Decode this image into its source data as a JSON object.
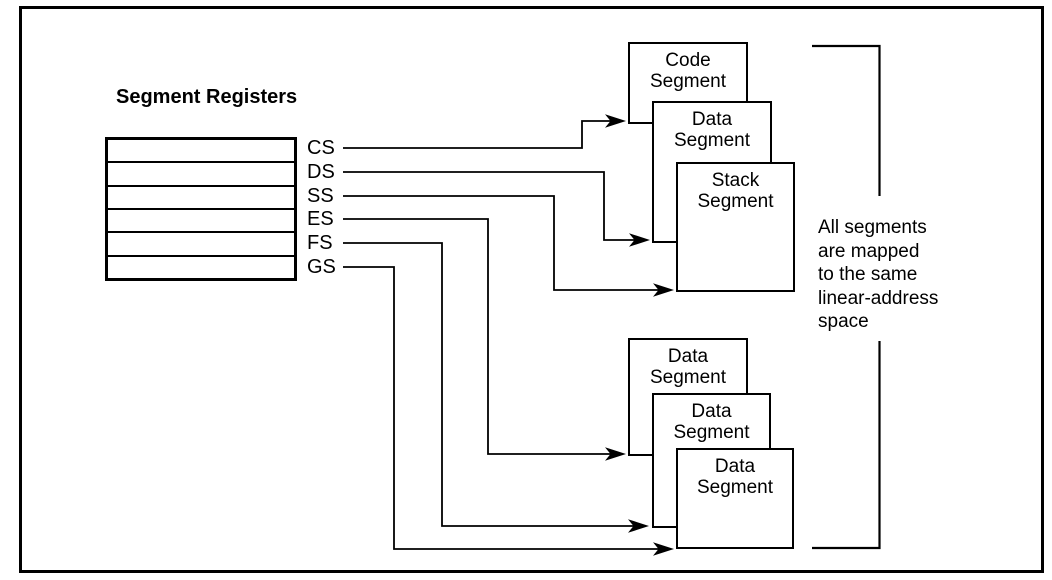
{
  "title": "Segment Registers",
  "registers": [
    "CS",
    "DS",
    "SS",
    "ES",
    "FS",
    "GS"
  ],
  "segments": {
    "top": [
      "Code Segment",
      "Data Segment",
      "Stack Segment"
    ],
    "bottom": [
      "Data Segment",
      "Data Segment",
      "Data Segment"
    ]
  },
  "annotation": {
    "lines": [
      "All segments",
      "are mapped",
      "to the same",
      "linear-address",
      "space"
    ]
  },
  "colors": {
    "ink": "#000000",
    "background": "#ffffff"
  }
}
